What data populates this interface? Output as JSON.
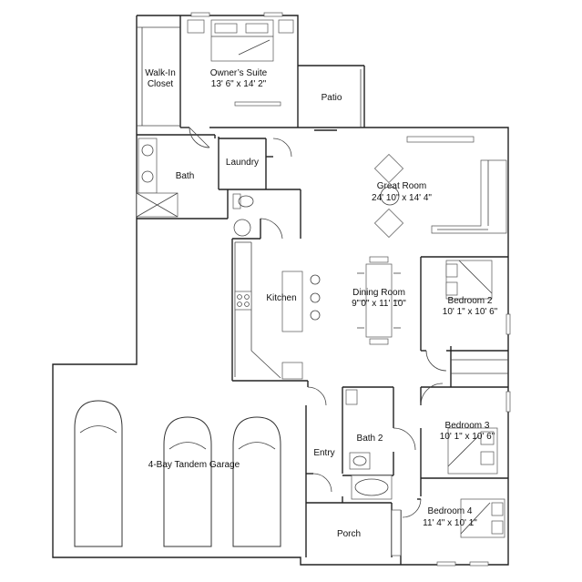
{
  "rooms": {
    "walk_in_closet": {
      "line1": "Walk-In",
      "line2": "Closet"
    },
    "owners_suite": {
      "name": "Owner’s Suite",
      "dims": "13' 6\"  x  14' 2\""
    },
    "patio": {
      "name": "Patio"
    },
    "bath": {
      "name": "Bath"
    },
    "laundry": {
      "name": "Laundry"
    },
    "great_room": {
      "name": "Great Room",
      "dims": "24' 10\"  x  14' 4\""
    },
    "kitchen": {
      "name": "Kitchen"
    },
    "dining_room": {
      "name": "Dining Room",
      "dims": "9' 0\"  x  11' 10\""
    },
    "bedroom_2": {
      "name": "Bedroom 2",
      "dims": "10' 1\"  x  10' 6\""
    },
    "garage": {
      "name": "4-Bay Tandem  Garage"
    },
    "entry": {
      "name": "Entry"
    },
    "bath_2": {
      "name": "Bath 2"
    },
    "bedroom_3": {
      "name": "Bedroom 3",
      "dims": "10' 1\"  x  10' 6\""
    },
    "porch": {
      "name": "Porch"
    },
    "bedroom_4": {
      "name": "Bedroom 4",
      "dims": "11' 4\"  x  10' 1\""
    }
  }
}
